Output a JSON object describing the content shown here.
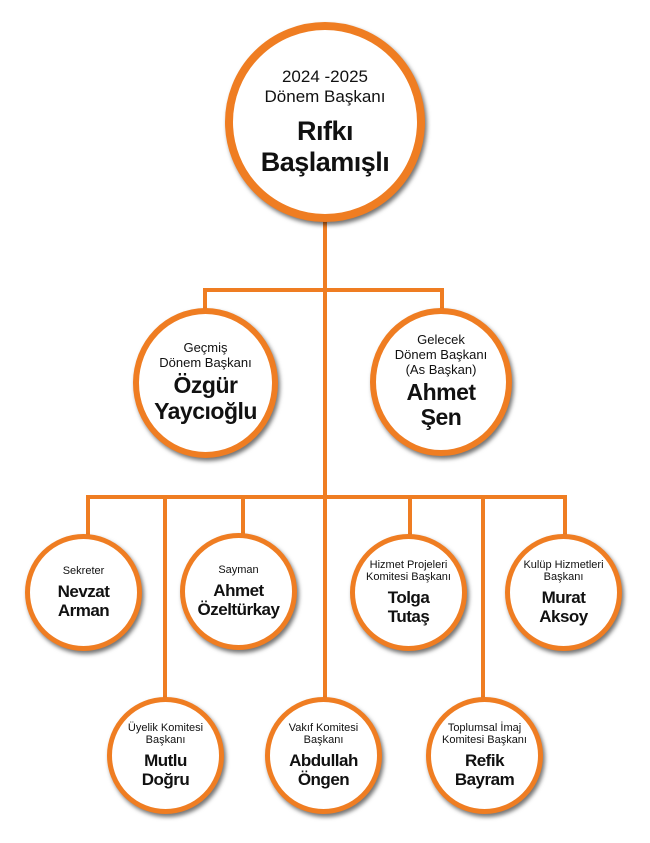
{
  "theme": {
    "accent": "#ef7d22",
    "text": "#111111"
  },
  "president": {
    "role": [
      "2024 -2025",
      "Dönem Başkanı"
    ],
    "name": [
      "Rıfkı",
      "Başlamışlı"
    ]
  },
  "past_president": {
    "role": [
      "Geçmiş",
      "Dönem Başkanı"
    ],
    "name": [
      "Özgür",
      "Yaycıoğlu"
    ]
  },
  "future_president": {
    "role": [
      "Gelecek",
      "Dönem Başkanı",
      "(As Başkan)"
    ],
    "name": [
      "Ahmet",
      "Şen"
    ]
  },
  "secretary": {
    "role": [
      "Sekreter"
    ],
    "name": [
      "Nevzat",
      "Arman"
    ]
  },
  "treasurer": {
    "role": [
      "Sayman"
    ],
    "name": [
      "Ahmet",
      "Özeltürkay"
    ]
  },
  "service_projects": {
    "role": [
      "Hizmet Projeleri",
      "Komitesi Başkanı"
    ],
    "name": [
      "Tolga",
      "Tutaş"
    ]
  },
  "club_service": {
    "role": [
      "Kulüp Hizmetleri",
      "Başkanı"
    ],
    "name": [
      "Murat",
      "Aksoy"
    ]
  },
  "membership": {
    "role": [
      "Üyelik Komitesi",
      "Başkanı"
    ],
    "name": [
      "Mutlu",
      "Doğru"
    ]
  },
  "foundation": {
    "role": [
      "Vakıf Komitesi",
      "Başkanı"
    ],
    "name": [
      "Abdullah",
      "Öngen"
    ]
  },
  "public_image": {
    "role": [
      "Toplumsal İmaj",
      "Komitesi Başkanı"
    ],
    "name": [
      "Refik",
      "Bayram"
    ]
  }
}
